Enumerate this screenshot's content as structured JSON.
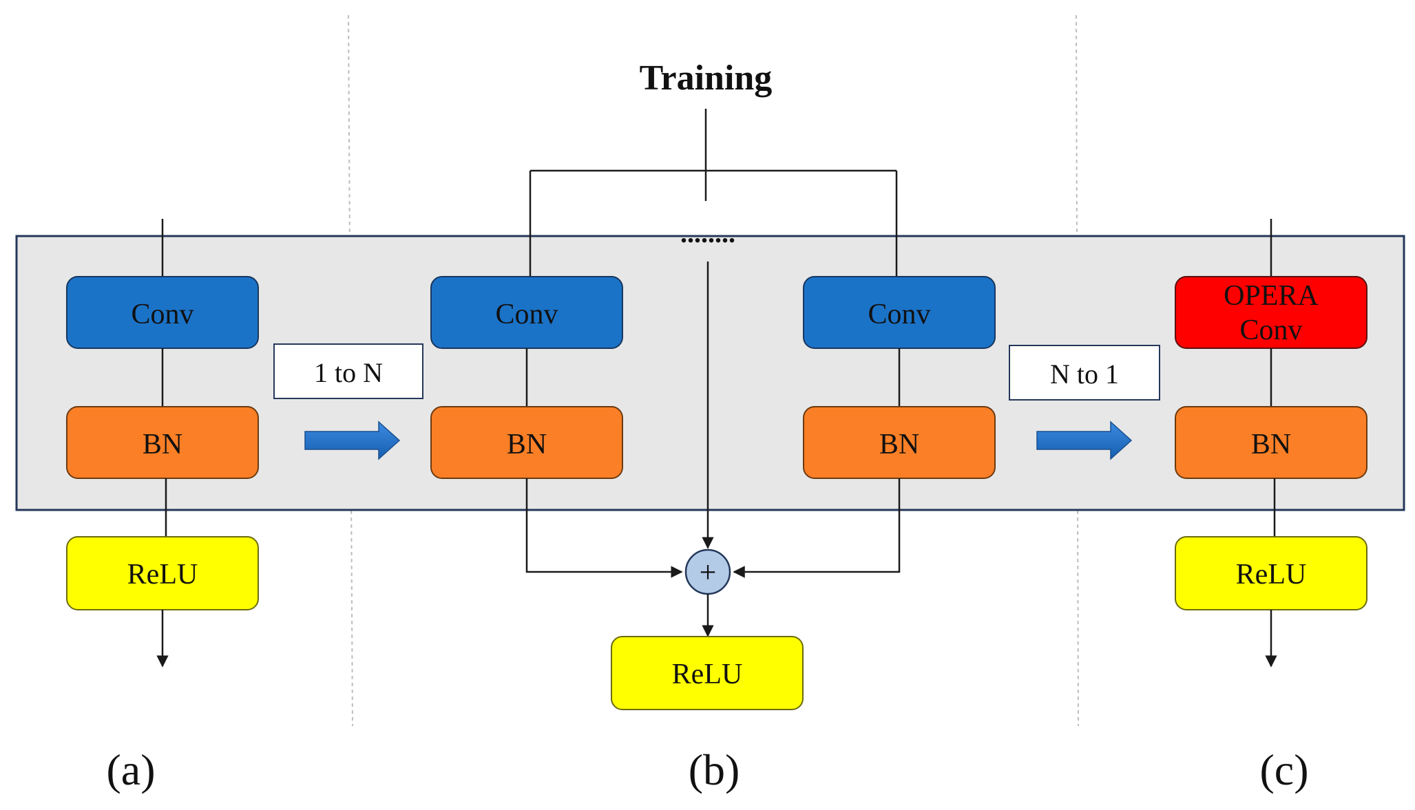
{
  "title": "Training",
  "colors": {
    "conv": "#1b73c8",
    "bn": "#fb7f26",
    "relu": "#ffff00",
    "opera": "#ff0000",
    "panel": "#e7e7e7",
    "panel_border": "#24375a",
    "arrow": "#1d6fcb",
    "adder": "#b4cbe8"
  },
  "panel_a": {
    "conv": "Conv",
    "bn": "BN",
    "relu": "ReLU",
    "label": "(a)"
  },
  "transform_1": {
    "label": "1 to N"
  },
  "panel_b": {
    "conv_left": "Conv",
    "bn_left": "BN",
    "conv_right": "Conv",
    "bn_right": "BN",
    "ellipsis": "........",
    "adder": "+",
    "relu": "ReLU",
    "label": "(b)"
  },
  "transform_2": {
    "label": "N to 1"
  },
  "panel_c": {
    "opera_conv_line1": "OPERA",
    "opera_conv_line2": "Conv",
    "bn": "BN",
    "relu": "ReLU",
    "label": "(c)"
  }
}
